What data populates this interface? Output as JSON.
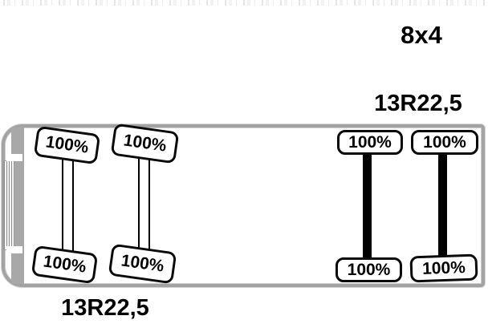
{
  "diagram": {
    "configuration_label": "8x4",
    "rear_tire_size_label": "13R22,5",
    "front_tire_size_label": "13R22,5",
    "axles": [
      {
        "id": "front-axle-1",
        "group": "front-steer",
        "axle_style": "twin-thin-lines",
        "tires": [
          {
            "position": "left",
            "tread": "100%"
          },
          {
            "position": "right",
            "tread": "100%"
          }
        ]
      },
      {
        "id": "front-axle-2",
        "group": "front-steer",
        "axle_style": "twin-thin-lines",
        "tires": [
          {
            "position": "left",
            "tread": "100%"
          },
          {
            "position": "right",
            "tread": "100%"
          }
        ]
      },
      {
        "id": "rear-axle-1",
        "group": "rear-drive",
        "axle_style": "thick-bar",
        "tires": [
          {
            "position": "left",
            "tread": "100%"
          },
          {
            "position": "right",
            "tread": "100%"
          }
        ]
      },
      {
        "id": "rear-axle-2",
        "group": "rear-drive",
        "axle_style": "thick-bar",
        "tires": [
          {
            "position": "left",
            "tread": "100%"
          },
          {
            "position": "right",
            "tread": "100%"
          }
        ]
      }
    ],
    "colors": {
      "body_outline": "#a2a2a2",
      "cab_bar": "#a8a8a8",
      "tire_border": "#0a0a0a",
      "axle": "#000000",
      "text": "#000000",
      "background": "#ffffff"
    }
  }
}
